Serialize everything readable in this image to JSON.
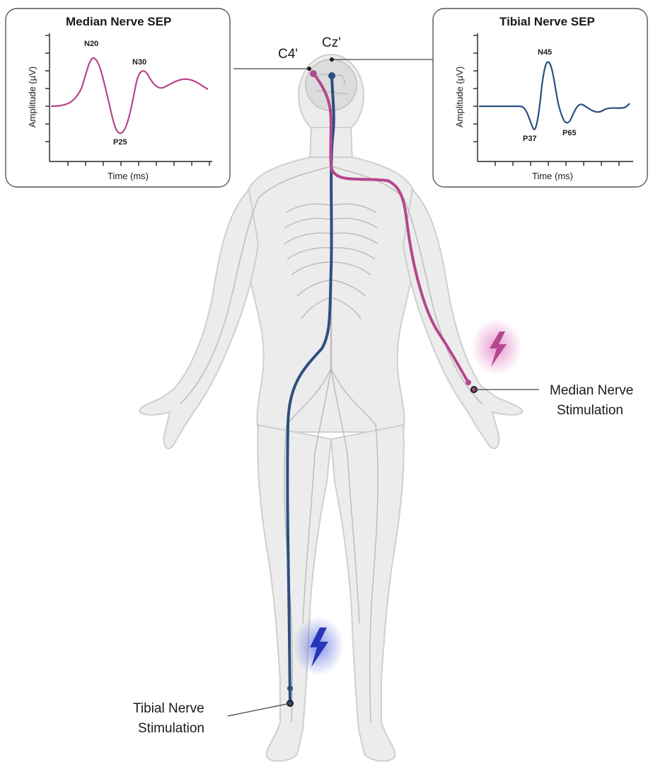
{
  "panels": {
    "median": {
      "title": "Median Nerve SEP",
      "xlabel": "Time (ms)",
      "ylabel": "Amplitude (µV)",
      "peaks": [
        "N20",
        "P25",
        "N30"
      ],
      "color": "#b5478f"
    },
    "tibial": {
      "title": "Tibial Nerve SEP",
      "xlabel": "Time (ms)",
      "ylabel": "Amplitude (µV)",
      "peaks": [
        "N45",
        "P37",
        "P65"
      ],
      "color": "#2d4f80"
    }
  },
  "electrodes": {
    "c4": "C4'",
    "cz": "Cz'"
  },
  "stimulation": {
    "median_line1": "Median Nerve",
    "median_line2": "Stimulation",
    "tibial_line1": "Tibial Nerve",
    "tibial_line2": "Stimulation"
  },
  "colors": {
    "median_path": "#b5478f",
    "tibial_path": "#2d4f80",
    "body_fill": "#ececec",
    "body_outline": "#cfcfcf",
    "nerve_gray": "#b9b9b9"
  },
  "icons": [
    "lightning-bolt-icon-median",
    "lightning-bolt-icon-tibial"
  ]
}
